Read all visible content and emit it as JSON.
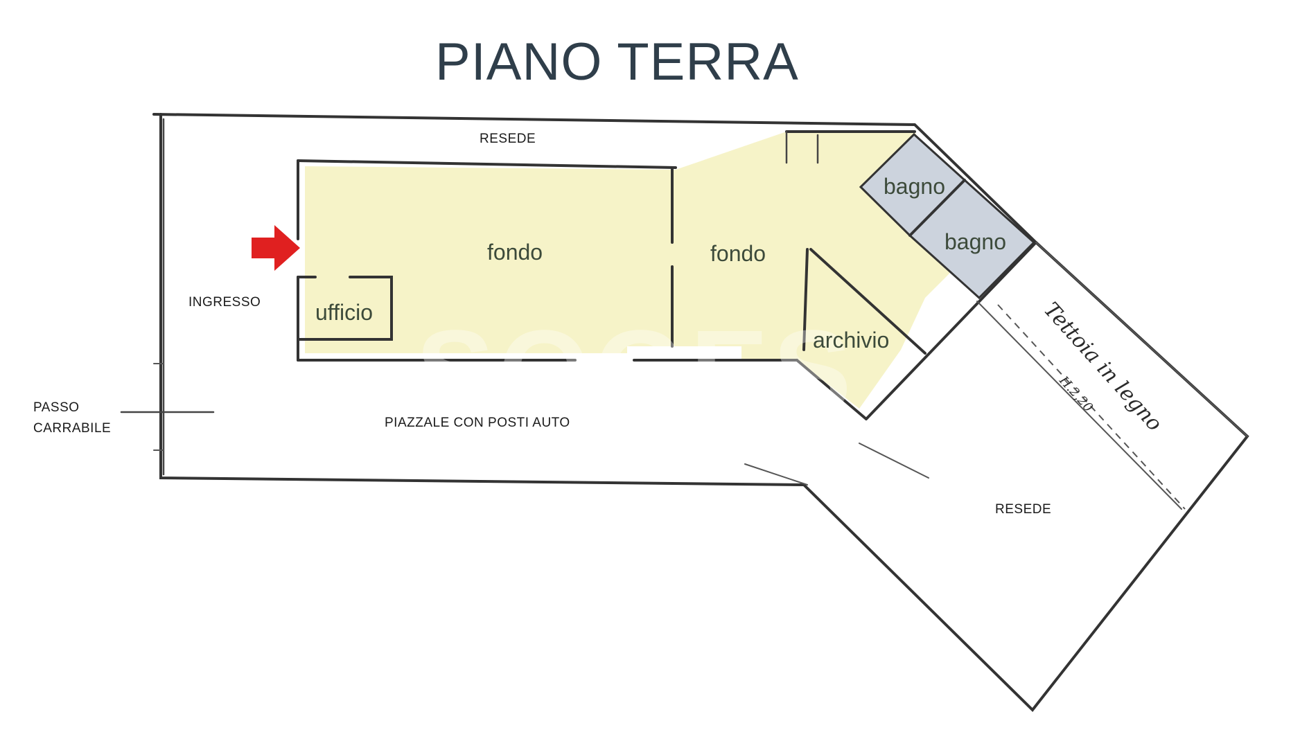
{
  "title": "PIANO TERRA",
  "labels": {
    "resede_top": "RESEDE",
    "ingresso": "INGRESSO",
    "passo_carrabile_line1": "PASSO",
    "passo_carrabile_line2": "CARRABILE",
    "piazzale": "PIAZZALE CON POSTI AUTO",
    "resede_bottom": "RESEDE",
    "tettoia": "Tettoia in legno",
    "tettoia_height": "H.2,20"
  },
  "rooms": {
    "fondo_1": "fondo",
    "fondo_2": "fondo",
    "ufficio": "ufficio",
    "bagno_1": "bagno",
    "bagno_2": "bagno",
    "archivio": "archivio"
  },
  "watermark": "SOGES",
  "colors": {
    "room_fill": "#f6f3c8",
    "bathroom_fill": "#ccd3dd",
    "entrance_arrow": "#e02020",
    "title": "#2f3e4a"
  }
}
